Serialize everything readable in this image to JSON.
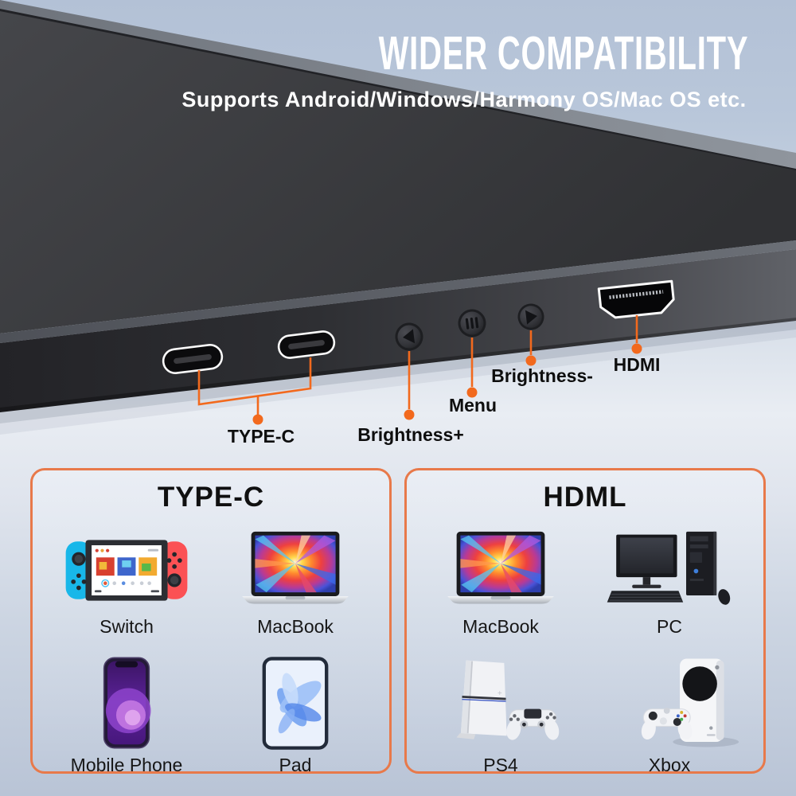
{
  "header": {
    "title": "WIDER COMPATIBILITY",
    "subtitle": "Supports Android/Windows/Harmony OS/Mac OS etc."
  },
  "monitor": {
    "ports": [
      {
        "name": "usb-c-port-1",
        "type": "USB Type-C"
      },
      {
        "name": "usb-c-port-2",
        "type": "USB Type-C"
      },
      {
        "name": "brightness-plus-button",
        "type": "button"
      },
      {
        "name": "menu-button",
        "type": "button"
      },
      {
        "name": "brightness-minus-button",
        "type": "button"
      },
      {
        "name": "hdmi-port",
        "type": "HDMI"
      }
    ],
    "callouts": {
      "type_c": "TYPE-C",
      "brightness_plus": "Brightness+",
      "menu": "Menu",
      "brightness_minus": "Brightness-",
      "hdmi": "HDMI"
    }
  },
  "cards": [
    {
      "title": "TYPE-C",
      "items": [
        {
          "label": "Switch",
          "icon": "nintendo-switch-icon"
        },
        {
          "label": "MacBook",
          "icon": "macbook-icon"
        },
        {
          "label": "Mobile Phone",
          "icon": "mobile-phone-icon"
        },
        {
          "label": "Pad",
          "icon": "tablet-icon"
        }
      ]
    },
    {
      "title": "HDML",
      "items": [
        {
          "label": "MacBook",
          "icon": "macbook-icon"
        },
        {
          "label": "PC",
          "icon": "desktop-pc-icon"
        },
        {
          "label": "PS4",
          "icon": "ps4-console-icon"
        },
        {
          "label": "Xbox",
          "icon": "xbox-console-icon"
        }
      ]
    }
  ],
  "colors": {
    "accent_orange": "#f2691d",
    "card_border": "#e8794a",
    "title_text": "#ffffff",
    "label_text": "#0e0e0e",
    "monitor_dark": "#3a3b3e",
    "background_blue": "#bcc8da"
  }
}
